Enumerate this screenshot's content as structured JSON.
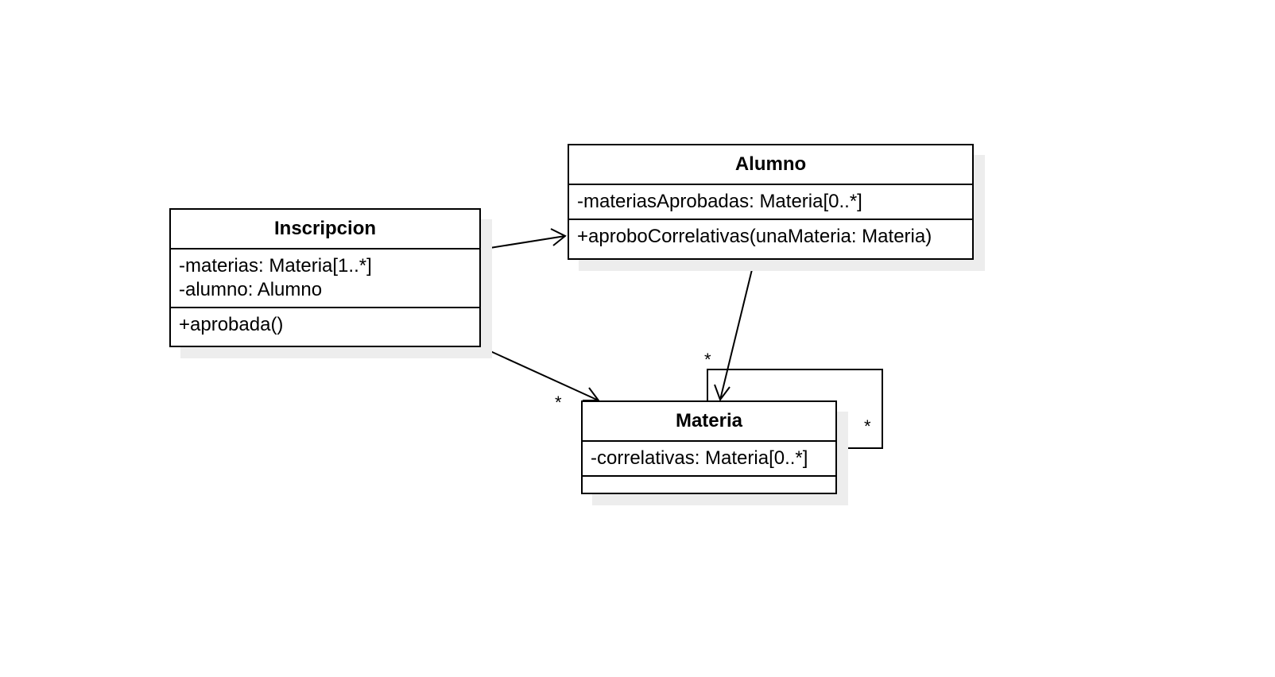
{
  "classes": {
    "inscripcion": {
      "name": "Inscripcion",
      "attributes": [
        "-materias: Materia[1..*]",
        "-alumno: Alumno"
      ],
      "operations": [
        "+aprobada()"
      ]
    },
    "alumno": {
      "name": "Alumno",
      "attributes": [
        "-materiasAprobadas: Materia[0..*]"
      ],
      "operations": [
        "+aproboCorrelativas(unaMateria: Materia)"
      ]
    },
    "materia": {
      "name": "Materia",
      "attributes": [
        "-correlativas: Materia[0..*]"
      ],
      "operations": []
    }
  },
  "associations": [
    {
      "from": "Inscripcion",
      "to": "Alumno",
      "multiplicity": ""
    },
    {
      "from": "Inscripcion",
      "to": "Materia",
      "multiplicity": "*"
    },
    {
      "from": "Alumno",
      "to": "Materia",
      "multiplicity": "*"
    },
    {
      "from": "Materia",
      "to": "Materia",
      "multiplicity": "*"
    }
  ]
}
